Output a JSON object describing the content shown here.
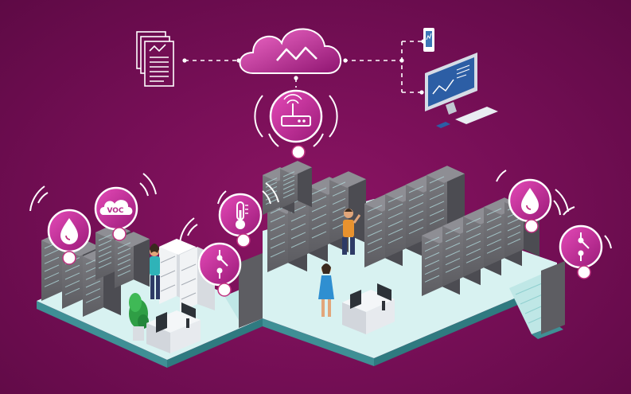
{
  "colors": {
    "background": "#730e54",
    "accent_magenta": "#d23aa8",
    "floor": "#d8f2f1",
    "floor_edge": "#3f8f95",
    "rack": "#6e6e73",
    "rack_dark": "#4c4c52",
    "white_line": "#ffffff"
  },
  "cloud": {
    "icon": "cloud-trend-icon"
  },
  "report": {
    "icon": "document-stack-icon"
  },
  "workstation": {
    "icon": "desktop-monitor-icon"
  },
  "mobile": {
    "icon": "mobile-device-icon"
  },
  "gateway": {
    "icon": "wireless-router-icon"
  },
  "sensors": [
    {
      "kind": "humidity",
      "icon": "water-drop-icon"
    },
    {
      "kind": "voc",
      "icon": "voc-cloud-icon",
      "label": "VOC"
    },
    {
      "kind": "temperature",
      "icon": "thermometer-icon"
    },
    {
      "kind": "door",
      "icon": "door-switch-icon"
    },
    {
      "kind": "humidity",
      "icon": "water-drop-icon"
    },
    {
      "kind": "door",
      "icon": "door-switch-icon"
    }
  ]
}
